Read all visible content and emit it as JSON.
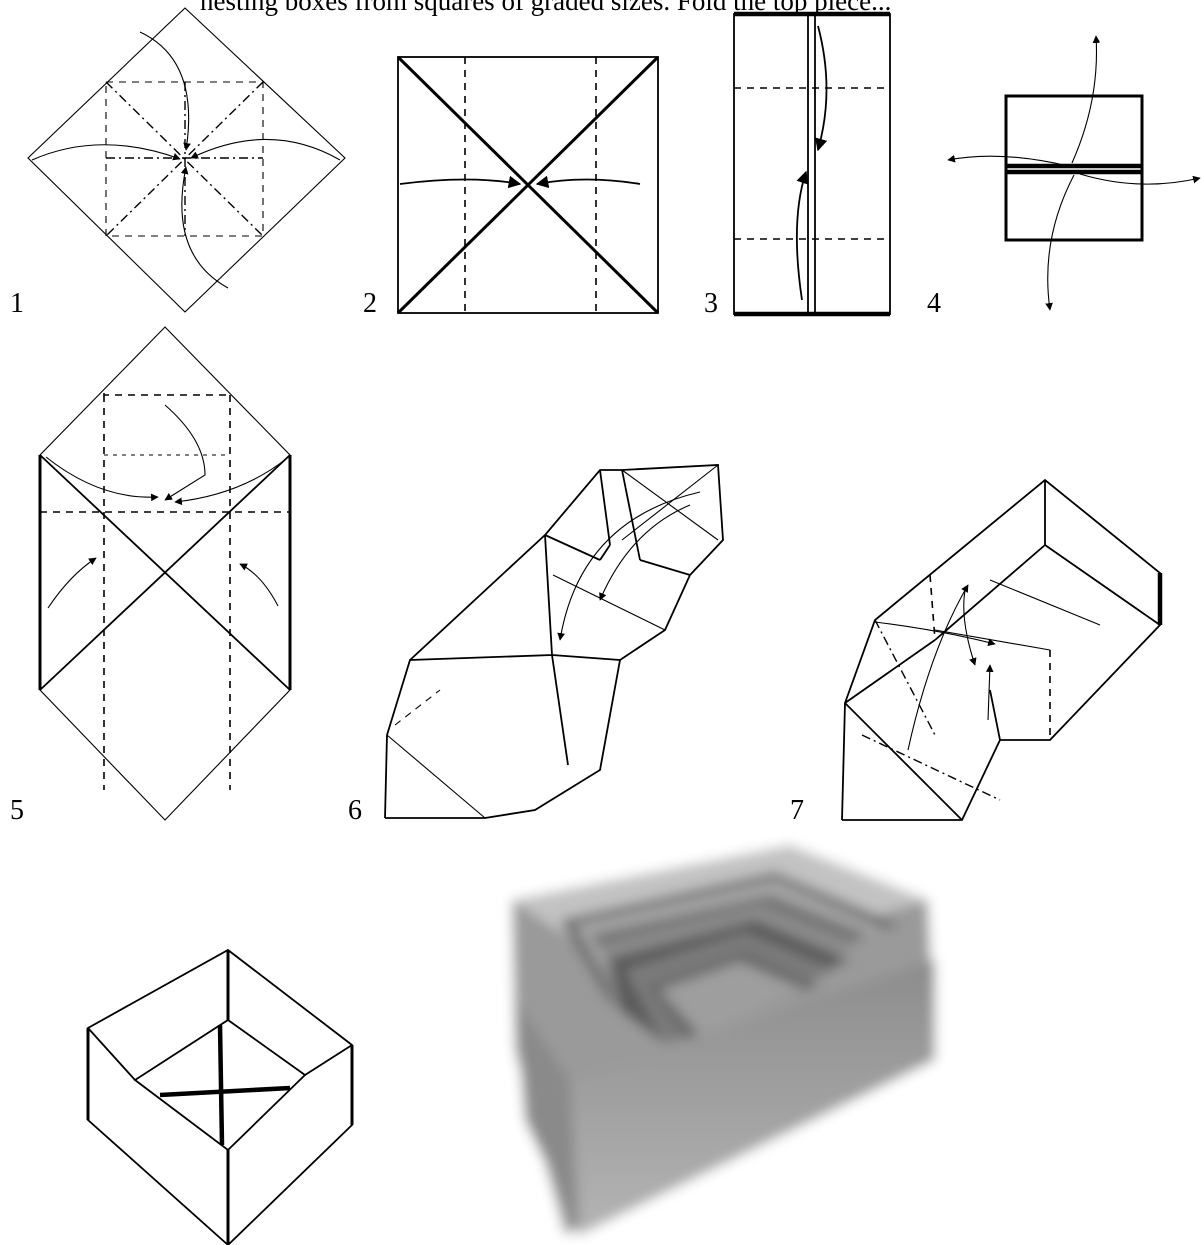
{
  "header": {
    "text": "nesting boxes from squares of graded sizes. Fold the top piece..."
  },
  "steps": [
    {
      "label": "1"
    },
    {
      "label": "2"
    },
    {
      "label": "3"
    },
    {
      "label": "4"
    },
    {
      "label": "5"
    },
    {
      "label": "6"
    },
    {
      "label": "7"
    }
  ],
  "icons": {
    "arrow": "curved-fold-arrow",
    "photo": "nested-boxes-photo"
  }
}
